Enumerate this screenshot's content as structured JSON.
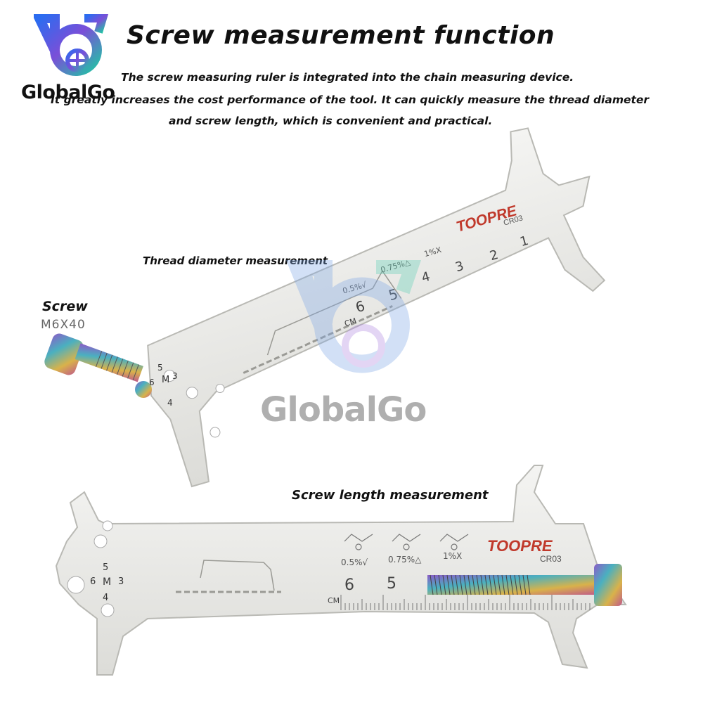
{
  "logo": {
    "text": "GlobalGo"
  },
  "title": "Screw measurement function",
  "description": {
    "line1": "The screw measuring ruler is integrated into the chain measuring device.",
    "line2": "It greatly increases the cost performance of the tool. It can quickly measure the thread diameter",
    "line3": "and screw length, which is convenient and practical."
  },
  "captions": {
    "thread": "Thread diameter measurement",
    "length": "Screw length measurement"
  },
  "screw": {
    "label": "Screw",
    "size": "M6X40"
  },
  "watermark": {
    "text": "GlobalGo"
  },
  "tool": {
    "brand": "TOOPRE",
    "model": "CR03",
    "wear_labels": [
      "0.5%√",
      "0.75%△",
      "1%X"
    ],
    "scale_unit": "CM",
    "scale_numbers_top": [
      "1",
      "2",
      "3",
      "4",
      "5",
      "6"
    ],
    "scale_numbers_bottom": [
      "5",
      "6"
    ],
    "hole_labels": {
      "top": "5",
      "left": "6",
      "center": "M",
      "right": "3",
      "bottom": "4"
    }
  },
  "colors": {
    "metal": "#e9e9e6",
    "metal_edge": "#b9b9b4",
    "brand_red": "#c0392b",
    "watermark_blue": "#7fa8e6"
  }
}
